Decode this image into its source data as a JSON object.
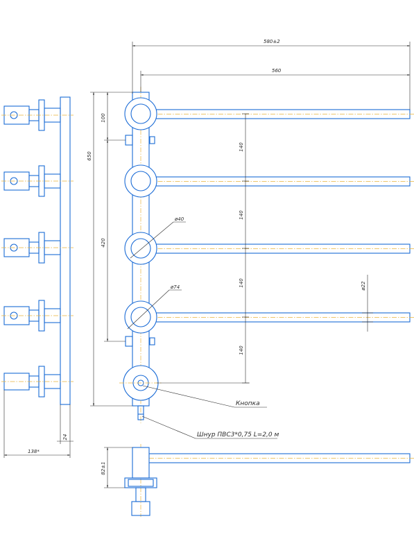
{
  "dimensions": {
    "overall_width": "580±2",
    "arm_length": "560",
    "top_offset": "100",
    "total_height": "650",
    "inner_height": "420",
    "pitch_1": "140",
    "pitch_2": "140",
    "pitch_3": "140",
    "pitch_4": "140",
    "hole_diameter": "ø40",
    "ring_diameter": "ø74",
    "tube_diameter": "ø22",
    "panel_thickness": "24",
    "side_depth": "138*",
    "bottom_height": "82±1"
  },
  "labels": {
    "button": "Кнопка",
    "cord": "Шнур ПВС3*0,75 L=2,0 м"
  }
}
